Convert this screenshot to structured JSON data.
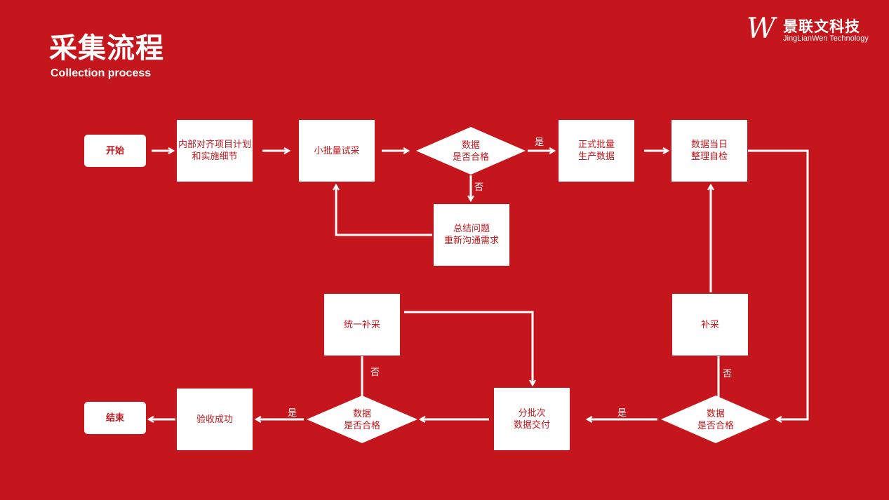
{
  "header": {
    "title": "采集流程",
    "subtitle": "Collection process"
  },
  "logo": {
    "mark": "W",
    "name_cn": "景联文科技",
    "name_en": "JingLianWen Technology"
  },
  "nodes": {
    "start": "开始",
    "align_plan": "内部对齐项目计划和实施细节",
    "pilot": "小批量试采",
    "check1": [
      "数据",
      "是否合格"
    ],
    "summary": [
      "总结问题",
      "重新沟通需求"
    ],
    "formal": [
      "正式批量",
      "生产数据"
    ],
    "selfcheck": [
      "数据当日",
      "整理自检"
    ],
    "supplement": "补采",
    "check2": [
      "数据",
      "是否合格"
    ],
    "batch_delivery": [
      "分批次",
      "数据交付"
    ],
    "unified_supplement": "统一补采",
    "check3": [
      "数据",
      "是否合格"
    ],
    "acceptance": "验收成功",
    "end": "结束"
  },
  "edge_labels": {
    "yes1": "是",
    "no1": "否",
    "yes2": "是",
    "no2": "否",
    "yes3": "是",
    "no3": "否"
  },
  "colors": {
    "background": "#c4161c",
    "box": "#ffffff",
    "box_text": "#c4161c",
    "arrow": "#ffffff"
  }
}
